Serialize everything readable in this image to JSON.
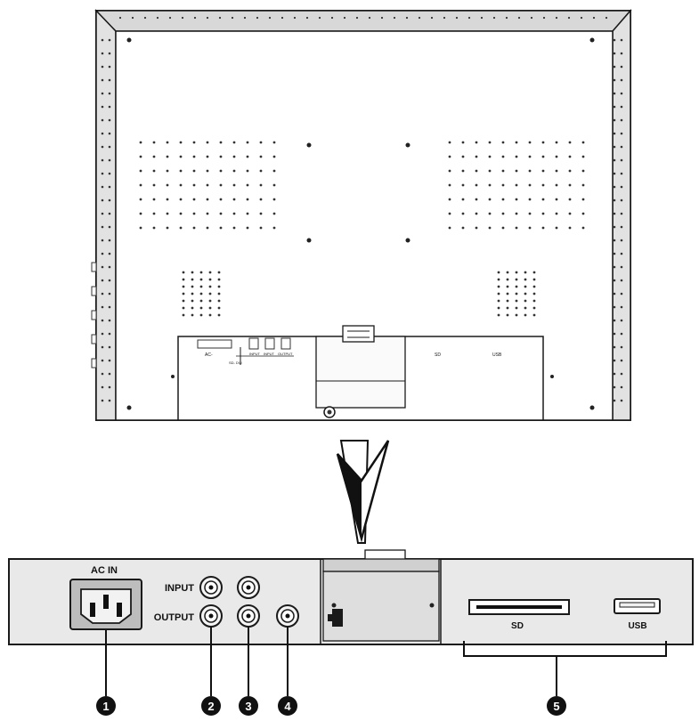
{
  "monitor": {
    "board_markings": {
      "left_1": "AC-",
      "left_2": "SD-\nDVI",
      "mid_1": "INPUT",
      "mid_2": "INPUT",
      "mid_3": "OUTPUT",
      "right_1": "SD",
      "right_2": "USB"
    }
  },
  "panel": {
    "ac_label": "AC IN",
    "input_label": "INPUT",
    "output_label": "OUTPUT",
    "sd_label": "SD",
    "usb_label": "USB"
  },
  "callouts": [
    "1",
    "2",
    "3",
    "4",
    "5"
  ],
  "colors": {
    "line": "#1a1a1a",
    "panel_fill": "#e9e9e9",
    "marker": "#111111"
  }
}
